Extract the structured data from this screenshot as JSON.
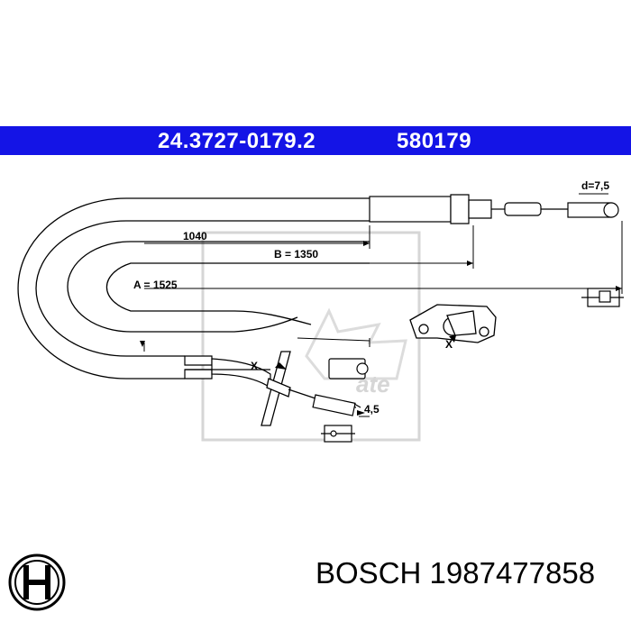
{
  "header": {
    "part_number": "24.3727-0179.2",
    "reference_number": "580179",
    "background_color": "#1414e6",
    "text_color": "#ffffff"
  },
  "dimensions": {
    "length_1040": "1040",
    "length_b": "B = 1350",
    "length_a": "A = 1525",
    "diameter": "d=7,5",
    "nipple_size": "4,5",
    "detail_marker_1": "X",
    "detail_marker_2": "X"
  },
  "footer": {
    "brand": "BOSCH",
    "article_number": "1987477858"
  },
  "icons": {
    "brand_logo": "bosch-armature-icon",
    "watermark": "ate-watermark-icon"
  }
}
